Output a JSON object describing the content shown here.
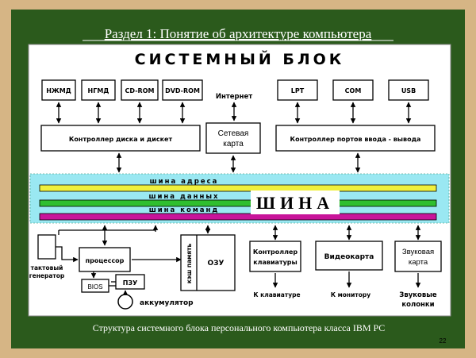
{
  "slide": {
    "title": "Раздел 1: Понятие об архитектуре компьютера",
    "caption": "Структура системного блока персонального компьютера класса IBM PC",
    "page_number": "22"
  },
  "diagram": {
    "heading": "СИСТЕМНЫЙ БЛОК",
    "devices": {
      "hdd": "НЖМД",
      "fdd": "НГМД",
      "cdrom": "CD-ROM",
      "dvdrom": "DVD-ROM",
      "lpt": "LPT",
      "com": "COM",
      "usb": "USB",
      "internet": "Интернет"
    },
    "controllers": {
      "disk": "Контроллер диска и дискет",
      "network_line1": "Сетевая",
      "network_line2": "карта",
      "ports": "Контроллер портов ввода - вывода"
    },
    "bus": {
      "address": "шина адреса",
      "data": "шина данных",
      "command": "шина команд",
      "label": "ШИНА"
    },
    "bottom": {
      "clock_line1": "тактовый",
      "clock_line2": "генератор",
      "cpu": "процессор",
      "bios": "BIOS",
      "rom": "ПЗУ",
      "battery": "аккумулятор",
      "cache": "кэш память",
      "ram": "ОЗУ",
      "kbd_ctrl_line1": "Контроллер",
      "kbd_ctrl_line2": "клавиатуры",
      "video": "Видеокарта",
      "sound_line1": "Звуковая",
      "sound_line2": "карта",
      "to_keyboard": "К клавиатуре",
      "to_monitor": "К монитору",
      "speakers_line1": "Звуковые",
      "speakers_line2": "колонки"
    },
    "colors": {
      "board": "#2b5a1c",
      "frame": "#d9b98a",
      "bus_band": "#9ae8f2",
      "address_bus": "#f0f03c",
      "data_bus": "#2fbf2f",
      "command_bus": "#c8149a"
    }
  }
}
